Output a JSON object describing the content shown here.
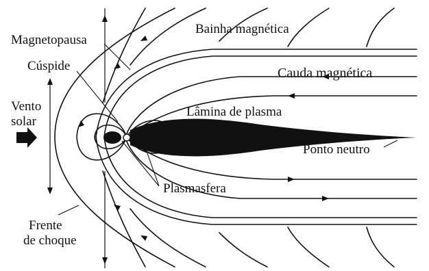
{
  "labels": {
    "magnetopause": "Magnetopausa",
    "cusp": "Cúspide",
    "solar_wind_line1": "Vento",
    "solar_wind_line2": "solar",
    "magnetosheath": "Bainha magnética",
    "magnetotail": "Cauda magnética",
    "plasma_sheet": "Lâmina de plasma",
    "neutral_point": "Ponto neutro",
    "plasmasphere": "Plasmasfera",
    "bow_shock_line1": "Frente",
    "bow_shock_line2": "de choque"
  },
  "colors": {
    "ink": "#111111",
    "background": "#ffffff"
  }
}
